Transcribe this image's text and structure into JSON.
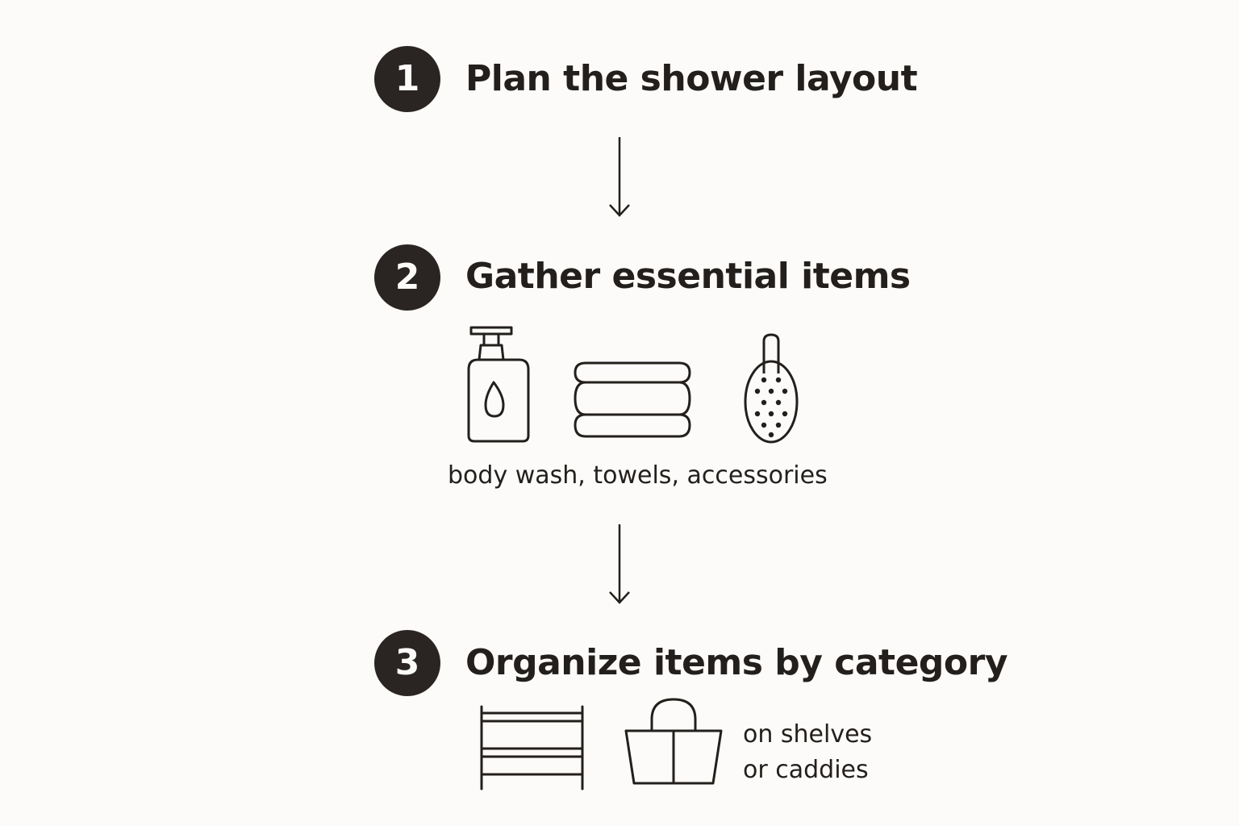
{
  "steps": [
    {
      "number": "1",
      "title": "Plan the shower layout"
    },
    {
      "number": "2",
      "title": "Gather essential items",
      "icons": [
        "pump-bottle-icon",
        "folded-towels-icon",
        "bath-brush-icon"
      ],
      "caption": "body wash, towels, accessories"
    },
    {
      "number": "3",
      "title": "Organize items by category",
      "icons": [
        "shelf-icon",
        "caddy-icon"
      ],
      "caption_lines": [
        "on shelves",
        "or caddies"
      ]
    }
  ],
  "colors": {
    "background": "#fcfbf9",
    "ink": "#231f1c",
    "badge": "#2a2522"
  }
}
